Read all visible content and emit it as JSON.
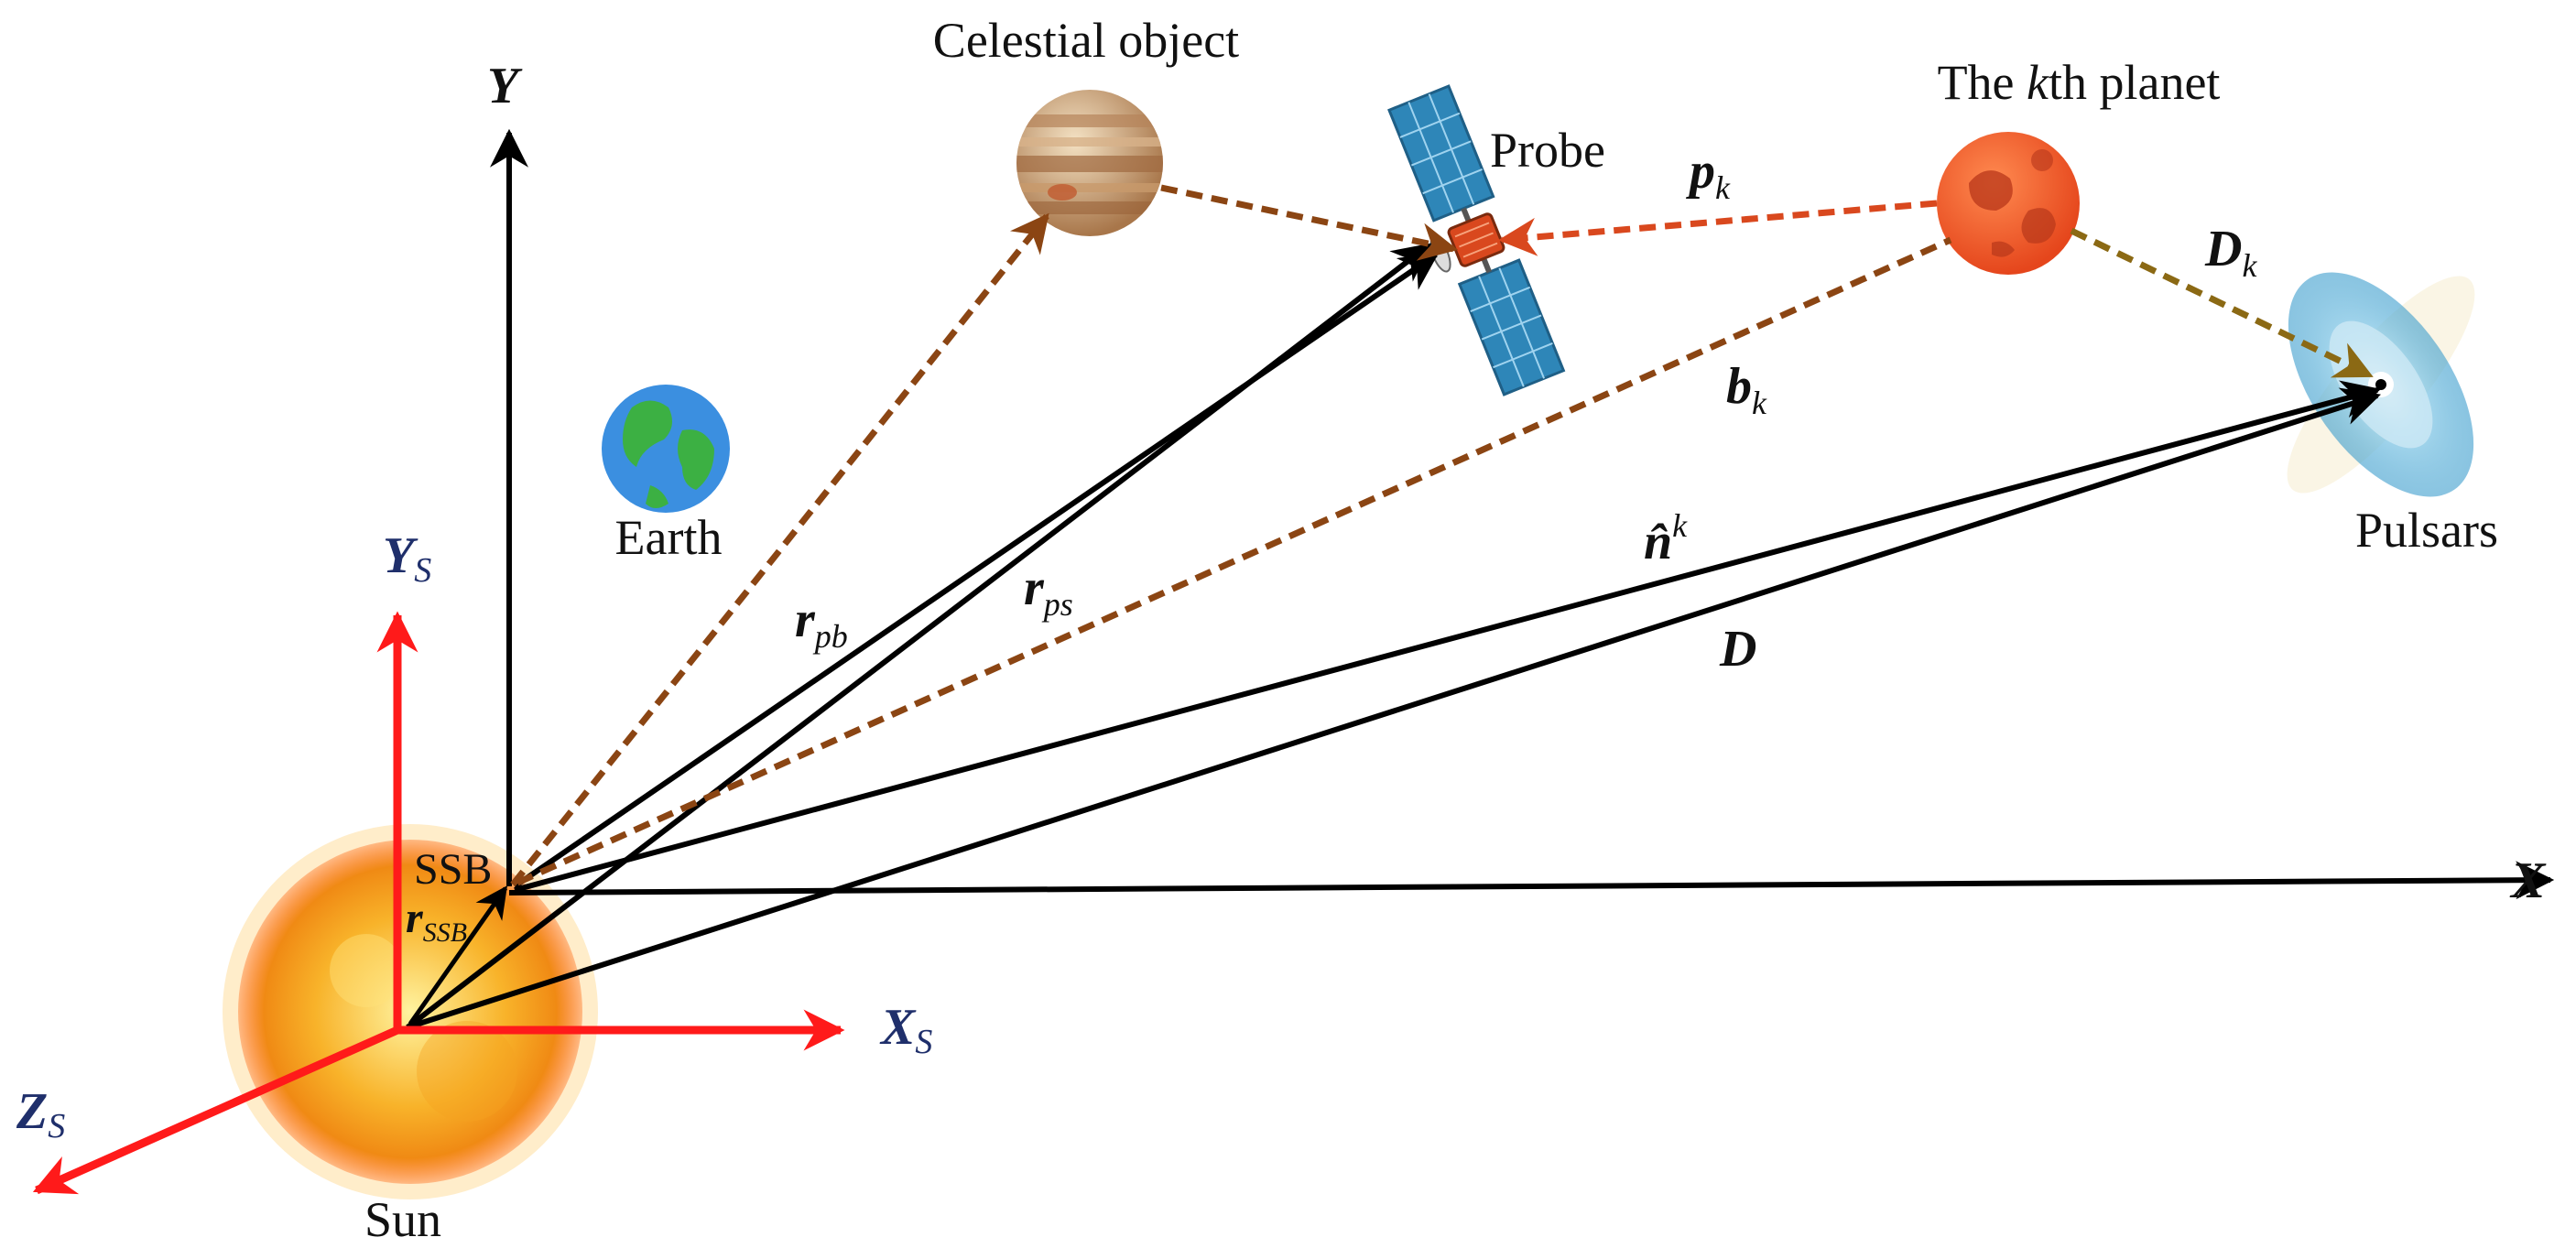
{
  "colors": {
    "axis_black": "#000000",
    "sun_frame_red": "#ff1a1a",
    "sun_frame_label": "#1f2f6b",
    "dashed_brown": "#8b4513",
    "dashed_orange": "#d9481e",
    "dashed_olive": "#8b6914",
    "sun_core": "#f59a1b",
    "planet_red": "#f05a28",
    "earth_blue": "#3b8fe0",
    "earth_green": "#3cb043"
  },
  "objects": {
    "celestial": "Celestial object",
    "probe": "Probe",
    "planet_prefix": "The ",
    "planet_k": "k",
    "planet_suffix": "th planet",
    "earth": "Earth",
    "pulsars": "Pulsars",
    "sun": "Sun",
    "ssb": "SSB"
  },
  "axes": {
    "y": "Y",
    "x": "X",
    "ys_main": "Y",
    "ys_sub": "S",
    "xs_main": "X",
    "xs_sub": "S",
    "zs_main": "Z",
    "zs_sub": "S"
  },
  "vectors": {
    "r_pb_main": "r",
    "r_pb_sub": "pb",
    "r_ps_main": "r",
    "r_ps_sub": "ps",
    "r_ssb_main": "r",
    "r_ssb_sub": "SSB",
    "p_k_main": "p",
    "p_k_sub": "k",
    "b_k_main": "b",
    "b_k_sub": "k",
    "d_k_main": "D",
    "d_k_sub": "k",
    "n_k_main": "n̂",
    "n_k_sup": "k",
    "d_main": "D"
  }
}
